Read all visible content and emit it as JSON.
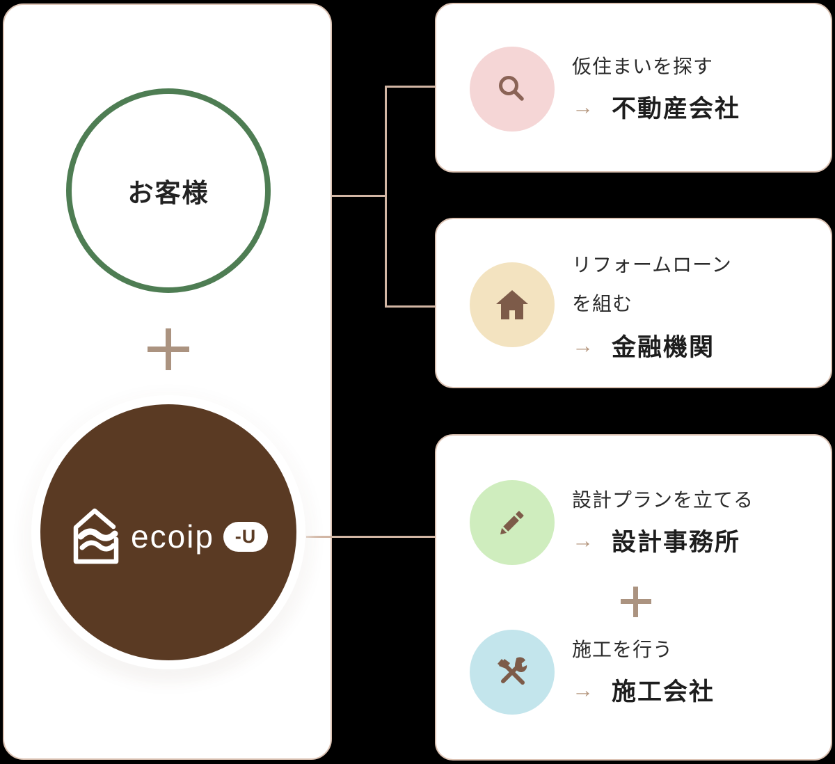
{
  "colors": {
    "background": "#000000",
    "panel_border": "#dcc3b4",
    "connector_line": "#d2b6a4",
    "customer_circle_border": "#4e7d53",
    "brand_circle": "#5a3a23",
    "icon_pink": "#f5d6d6",
    "icon_cream": "#f3e3c0",
    "icon_green": "#cfedbe",
    "icon_blue": "#c3e5ec",
    "icon_glyph_brown": "#7d5b49",
    "arrow_tan": "#b5977f",
    "plus_tan": "#ab9380"
  },
  "left_panel": {
    "customer_label": "お客様",
    "plus_icon": "plus-icon"
  },
  "brand": {
    "name": "ecoip",
    "badge": "-U",
    "logo_icon": "house-wave-icon"
  },
  "cards": [
    {
      "icon": "search-icon",
      "icon_bg": "#f5d6d6",
      "action": "仮住まいを探す",
      "arrow": "→",
      "partner": "不動産会社"
    },
    {
      "icon": "home-icon",
      "icon_bg": "#f3e3c0",
      "action_line1": "リフォームローン",
      "action_line2": "を組む",
      "arrow": "→",
      "partner": "金融機関"
    },
    {
      "plus_icon": "plus-icon",
      "rows": [
        {
          "icon": "pencil-icon",
          "icon_bg": "#cfedbe",
          "action": "設計プランを立てる",
          "arrow": "→",
          "partner": "設計事務所"
        },
        {
          "icon": "tools-icon",
          "icon_bg": "#c3e5ec",
          "action": "施工を行う",
          "arrow": "→",
          "partner": "施工会社"
        }
      ]
    }
  ]
}
